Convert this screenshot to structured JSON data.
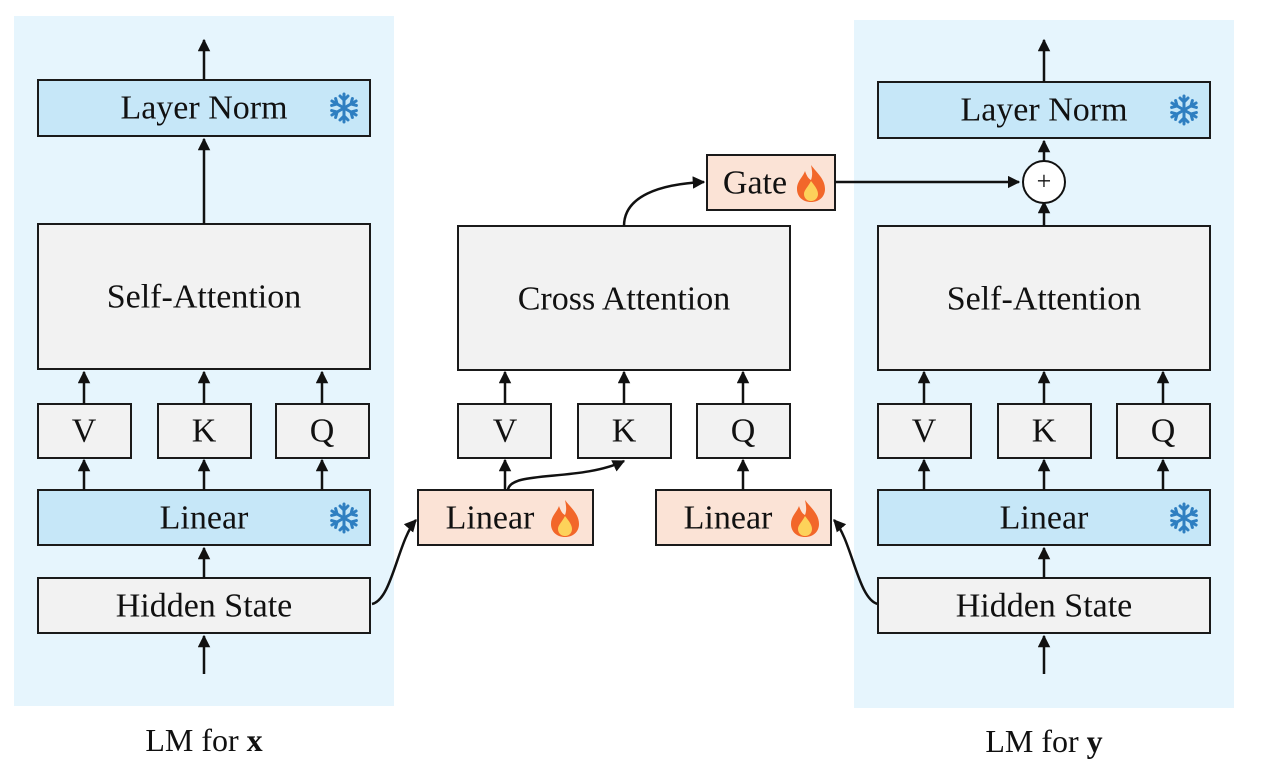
{
  "left_column": {
    "layer_norm": "Layer Norm",
    "self_attention": "Self-Attention",
    "v": "V",
    "k": "K",
    "q": "Q",
    "linear": "Linear",
    "hidden_state": "Hidden State",
    "caption_prefix": "LM for ",
    "caption_var": "x"
  },
  "center_column": {
    "gate": "Gate",
    "cross_attention": "Cross Attention",
    "v": "V",
    "k": "K",
    "q": "Q",
    "linear_left": "Linear",
    "linear_right": "Linear"
  },
  "right_column": {
    "layer_norm": "Layer Norm",
    "plus": "+",
    "self_attention": "Self-Attention",
    "v": "V",
    "k": "K",
    "q": "Q",
    "linear": "Linear",
    "hidden_state": "Hidden State",
    "caption_prefix": "LM for ",
    "caption_var": "y"
  },
  "colors": {
    "frozen_fill": "#c6e7f8",
    "panel_fill": "#e6f5fd",
    "trainable_fill": "#fbe3d6",
    "neutral_fill": "#f2f2f2",
    "snowflake": "#2f7fc1",
    "flame_outer": "#f2672a",
    "flame_inner": "#fdd25a"
  },
  "icons": {
    "frozen": "snowflake-icon",
    "trainable": "flame-icon"
  }
}
